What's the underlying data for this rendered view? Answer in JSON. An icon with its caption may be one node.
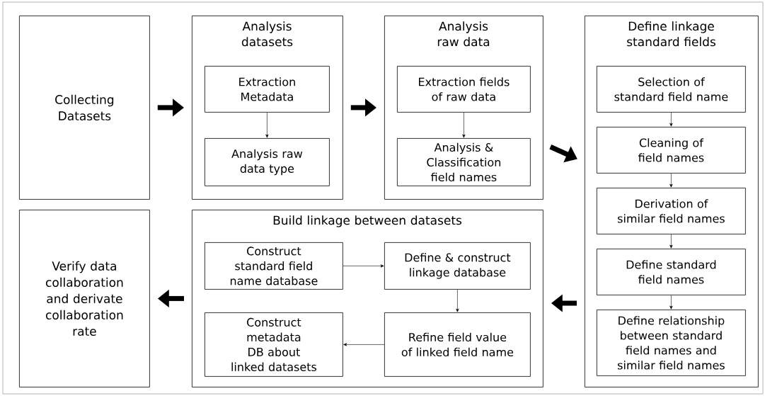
{
  "diagram": {
    "nodes": [
      {
        "text": [
          "Collecting Datasets"
        ]
      },
      {
        "text": [
          "Analysis datasets"
        ]
      },
      {
        "text": [
          "Extraction Metadata"
        ],
        "in": 1
      },
      {
        "text": [
          "Analysis raw data type"
        ],
        "in": 1
      },
      {
        "text": [
          "Analysis raw data"
        ]
      },
      {
        "text": [
          "Extraction fields of raw data"
        ],
        "in": 4
      },
      {
        "text": [
          "Analysis & Classification field names"
        ],
        "in": 4
      },
      {
        "text": [
          "Define linkage standard fields"
        ]
      },
      {
        "text": [
          "Selection of standard field name"
        ],
        "in": 7
      },
      {
        "text": [
          "Cleaning of field names"
        ],
        "in": 7
      },
      {
        "text": [
          "Derivation of similar field names"
        ],
        "in": 7
      },
      {
        "text": [
          "Define standard field names"
        ],
        "in": 7
      },
      {
        "text": [
          "Define relationship between standard field names and similar field names"
        ],
        "in": 7
      },
      {
        "text": [
          "Build linkage between datasets"
        ]
      },
      {
        "text": [
          "Construct standard field name database"
        ],
        "in": 13
      },
      {
        "text": [
          "Define & construct linkage database"
        ],
        "in": 13
      },
      {
        "text": [
          "Construct metadata DB about linked datasets"
        ],
        "in": 13
      },
      {
        "text": [
          "Refine field value of linked field name"
        ],
        "in": 13
      },
      {
        "text": [
          "Verify data collaboration and derivate collaboration rate"
        ]
      }
    ],
    "edges": [
      {
        "from": 0,
        "to": 1,
        "arrow": "to",
        "style": "thick"
      },
      {
        "from": 1,
        "to": 4,
        "arrow": "to",
        "style": "thick"
      },
      {
        "from": 4,
        "to": 7,
        "arrow": "to",
        "style": "thick"
      },
      {
        "from": 2,
        "to": 3,
        "arrow": "to"
      },
      {
        "from": 5,
        "to": 6,
        "arrow": "to"
      },
      {
        "from": 8,
        "to": 9,
        "arrow": "to"
      },
      {
        "from": 9,
        "to": 10,
        "arrow": "to"
      },
      {
        "from": 10,
        "to": 11,
        "arrow": "to"
      },
      {
        "from": 11,
        "to": 12,
        "arrow": "to"
      },
      {
        "from": 7,
        "to": 13,
        "arrow": "to",
        "style": "thick"
      },
      {
        "from": 14,
        "to": 15,
        "arrow": "to"
      },
      {
        "from": 15,
        "to": 17,
        "arrow": "to"
      },
      {
        "from": 17,
        "to": 16,
        "arrow": "to"
      },
      {
        "from": 13,
        "to": 18,
        "arrow": "to",
        "style": "thick"
      }
    ]
  }
}
